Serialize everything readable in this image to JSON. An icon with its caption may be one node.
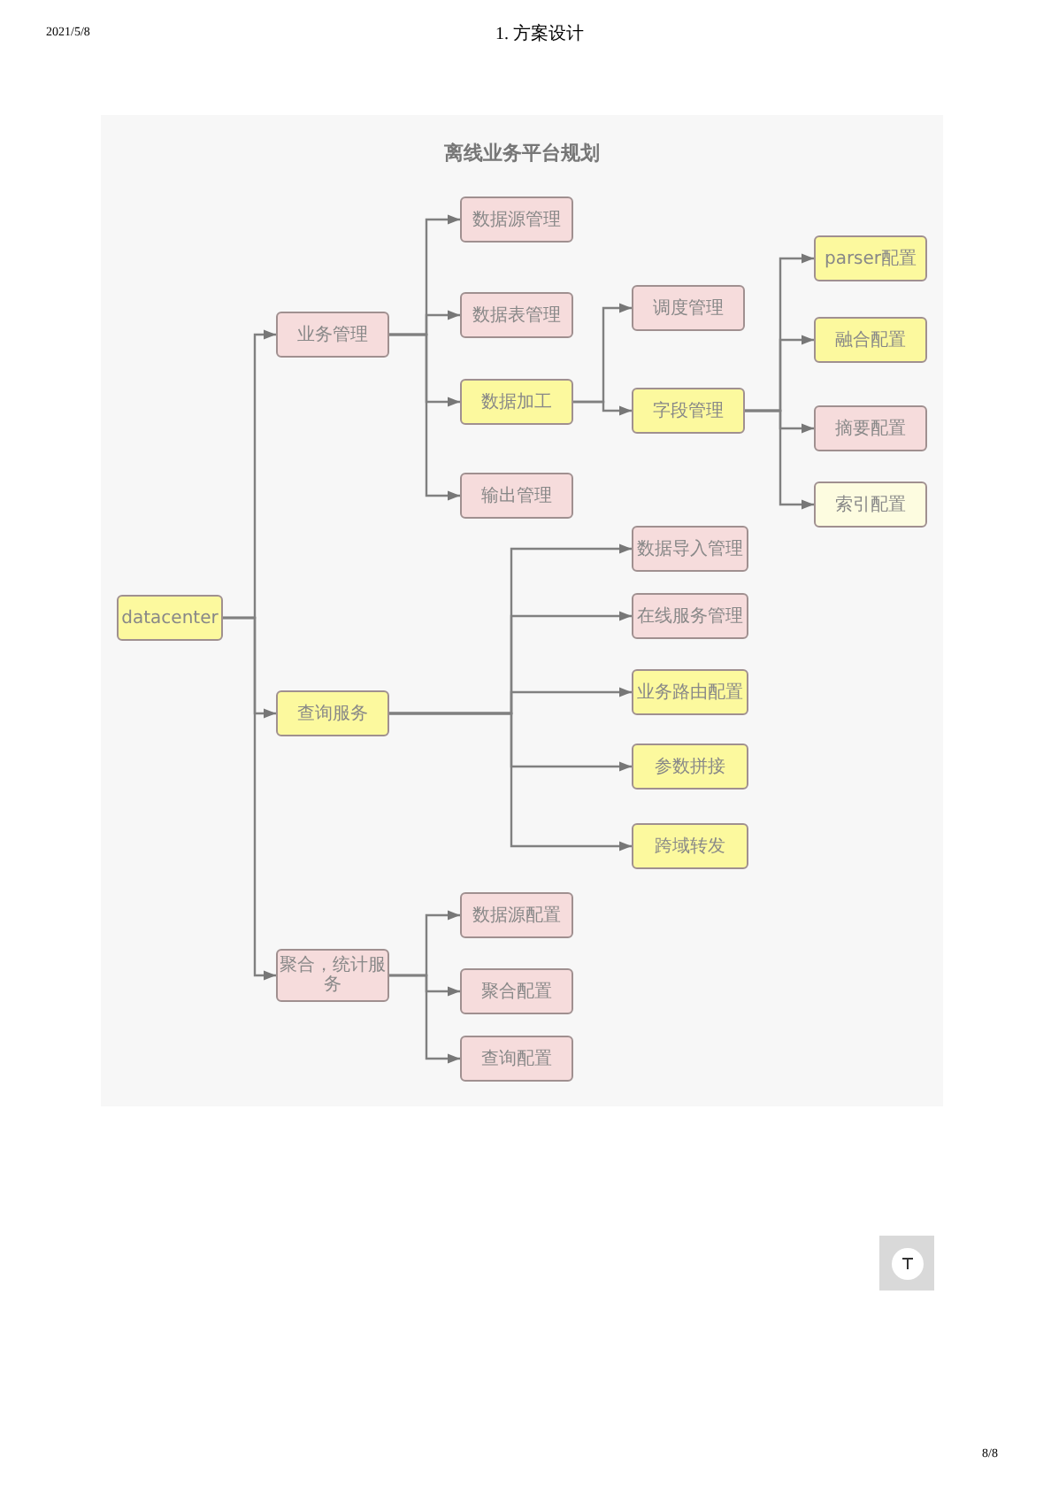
{
  "diagram": {
    "title": "离线业务平台规划",
    "nodes": [
      {
        "text": [
          "datacenter"
        ]
      },
      {
        "text": [
          "业务管理"
        ]
      },
      {
        "text": [
          "数据源管理"
        ]
      },
      {
        "text": [
          "数据表管理"
        ]
      },
      {
        "text": [
          "数据加工"
        ]
      },
      {
        "text": [
          "输出管理"
        ]
      },
      {
        "text": [
          "调度管理"
        ]
      },
      {
        "text": [
          "字段管理"
        ]
      },
      {
        "text": [
          "parser配置"
        ]
      },
      {
        "text": [
          "融合配置"
        ]
      },
      {
        "text": [
          "摘要配置"
        ]
      },
      {
        "text": [
          "索引配置"
        ]
      },
      {
        "text": [
          "查询服务"
        ]
      },
      {
        "text": [
          "数据导入管理"
        ]
      },
      {
        "text": [
          "在线服务管理"
        ]
      },
      {
        "text": [
          "业务路由配置"
        ]
      },
      {
        "text": [
          "参数拼接"
        ]
      },
      {
        "text": [
          "跨域转发"
        ]
      },
      {
        "text": [
          "聚合，统计服务"
        ]
      },
      {
        "text": [
          "数据源配置"
        ]
      },
      {
        "text": [
          "聚合配置"
        ]
      },
      {
        "text": [
          "查询配置"
        ]
      }
    ],
    "edges": [
      {
        "from": 0,
        "to": 1,
        "arrow": "to"
      },
      {
        "from": 0,
        "to": 12,
        "arrow": "to"
      },
      {
        "from": 0,
        "to": 18,
        "arrow": "to"
      },
      {
        "from": 1,
        "to": 2,
        "arrow": "to"
      },
      {
        "from": 1,
        "to": 3,
        "arrow": "to"
      },
      {
        "from": 1,
        "to": 4,
        "arrow": "to"
      },
      {
        "from": 1,
        "to": 5,
        "arrow": "to"
      },
      {
        "from": 4,
        "to": 6,
        "arrow": "to"
      },
      {
        "from": 4,
        "to": 7,
        "arrow": "to"
      },
      {
        "from": 7,
        "to": 8,
        "arrow": "to"
      },
      {
        "from": 7,
        "to": 9,
        "arrow": "to"
      },
      {
        "from": 7,
        "to": 10,
        "arrow": "to"
      },
      {
        "from": 7,
        "to": 11,
        "arrow": "to"
      },
      {
        "from": 12,
        "to": 13,
        "arrow": "to"
      },
      {
        "from": 12,
        "to": 14,
        "arrow": "to"
      },
      {
        "from": 12,
        "to": 15,
        "arrow": "to"
      },
      {
        "from": 12,
        "to": 16,
        "arrow": "to"
      },
      {
        "from": 12,
        "to": 17,
        "arrow": "to"
      },
      {
        "from": 18,
        "to": 19,
        "arrow": "to"
      },
      {
        "from": 18,
        "to": 20,
        "arrow": "to"
      },
      {
        "from": 18,
        "to": 21,
        "arrow": "to"
      }
    ],
    "labels": [
      "2021/5/8",
      "1. 方案设计",
      "8/8"
    ]
  }
}
